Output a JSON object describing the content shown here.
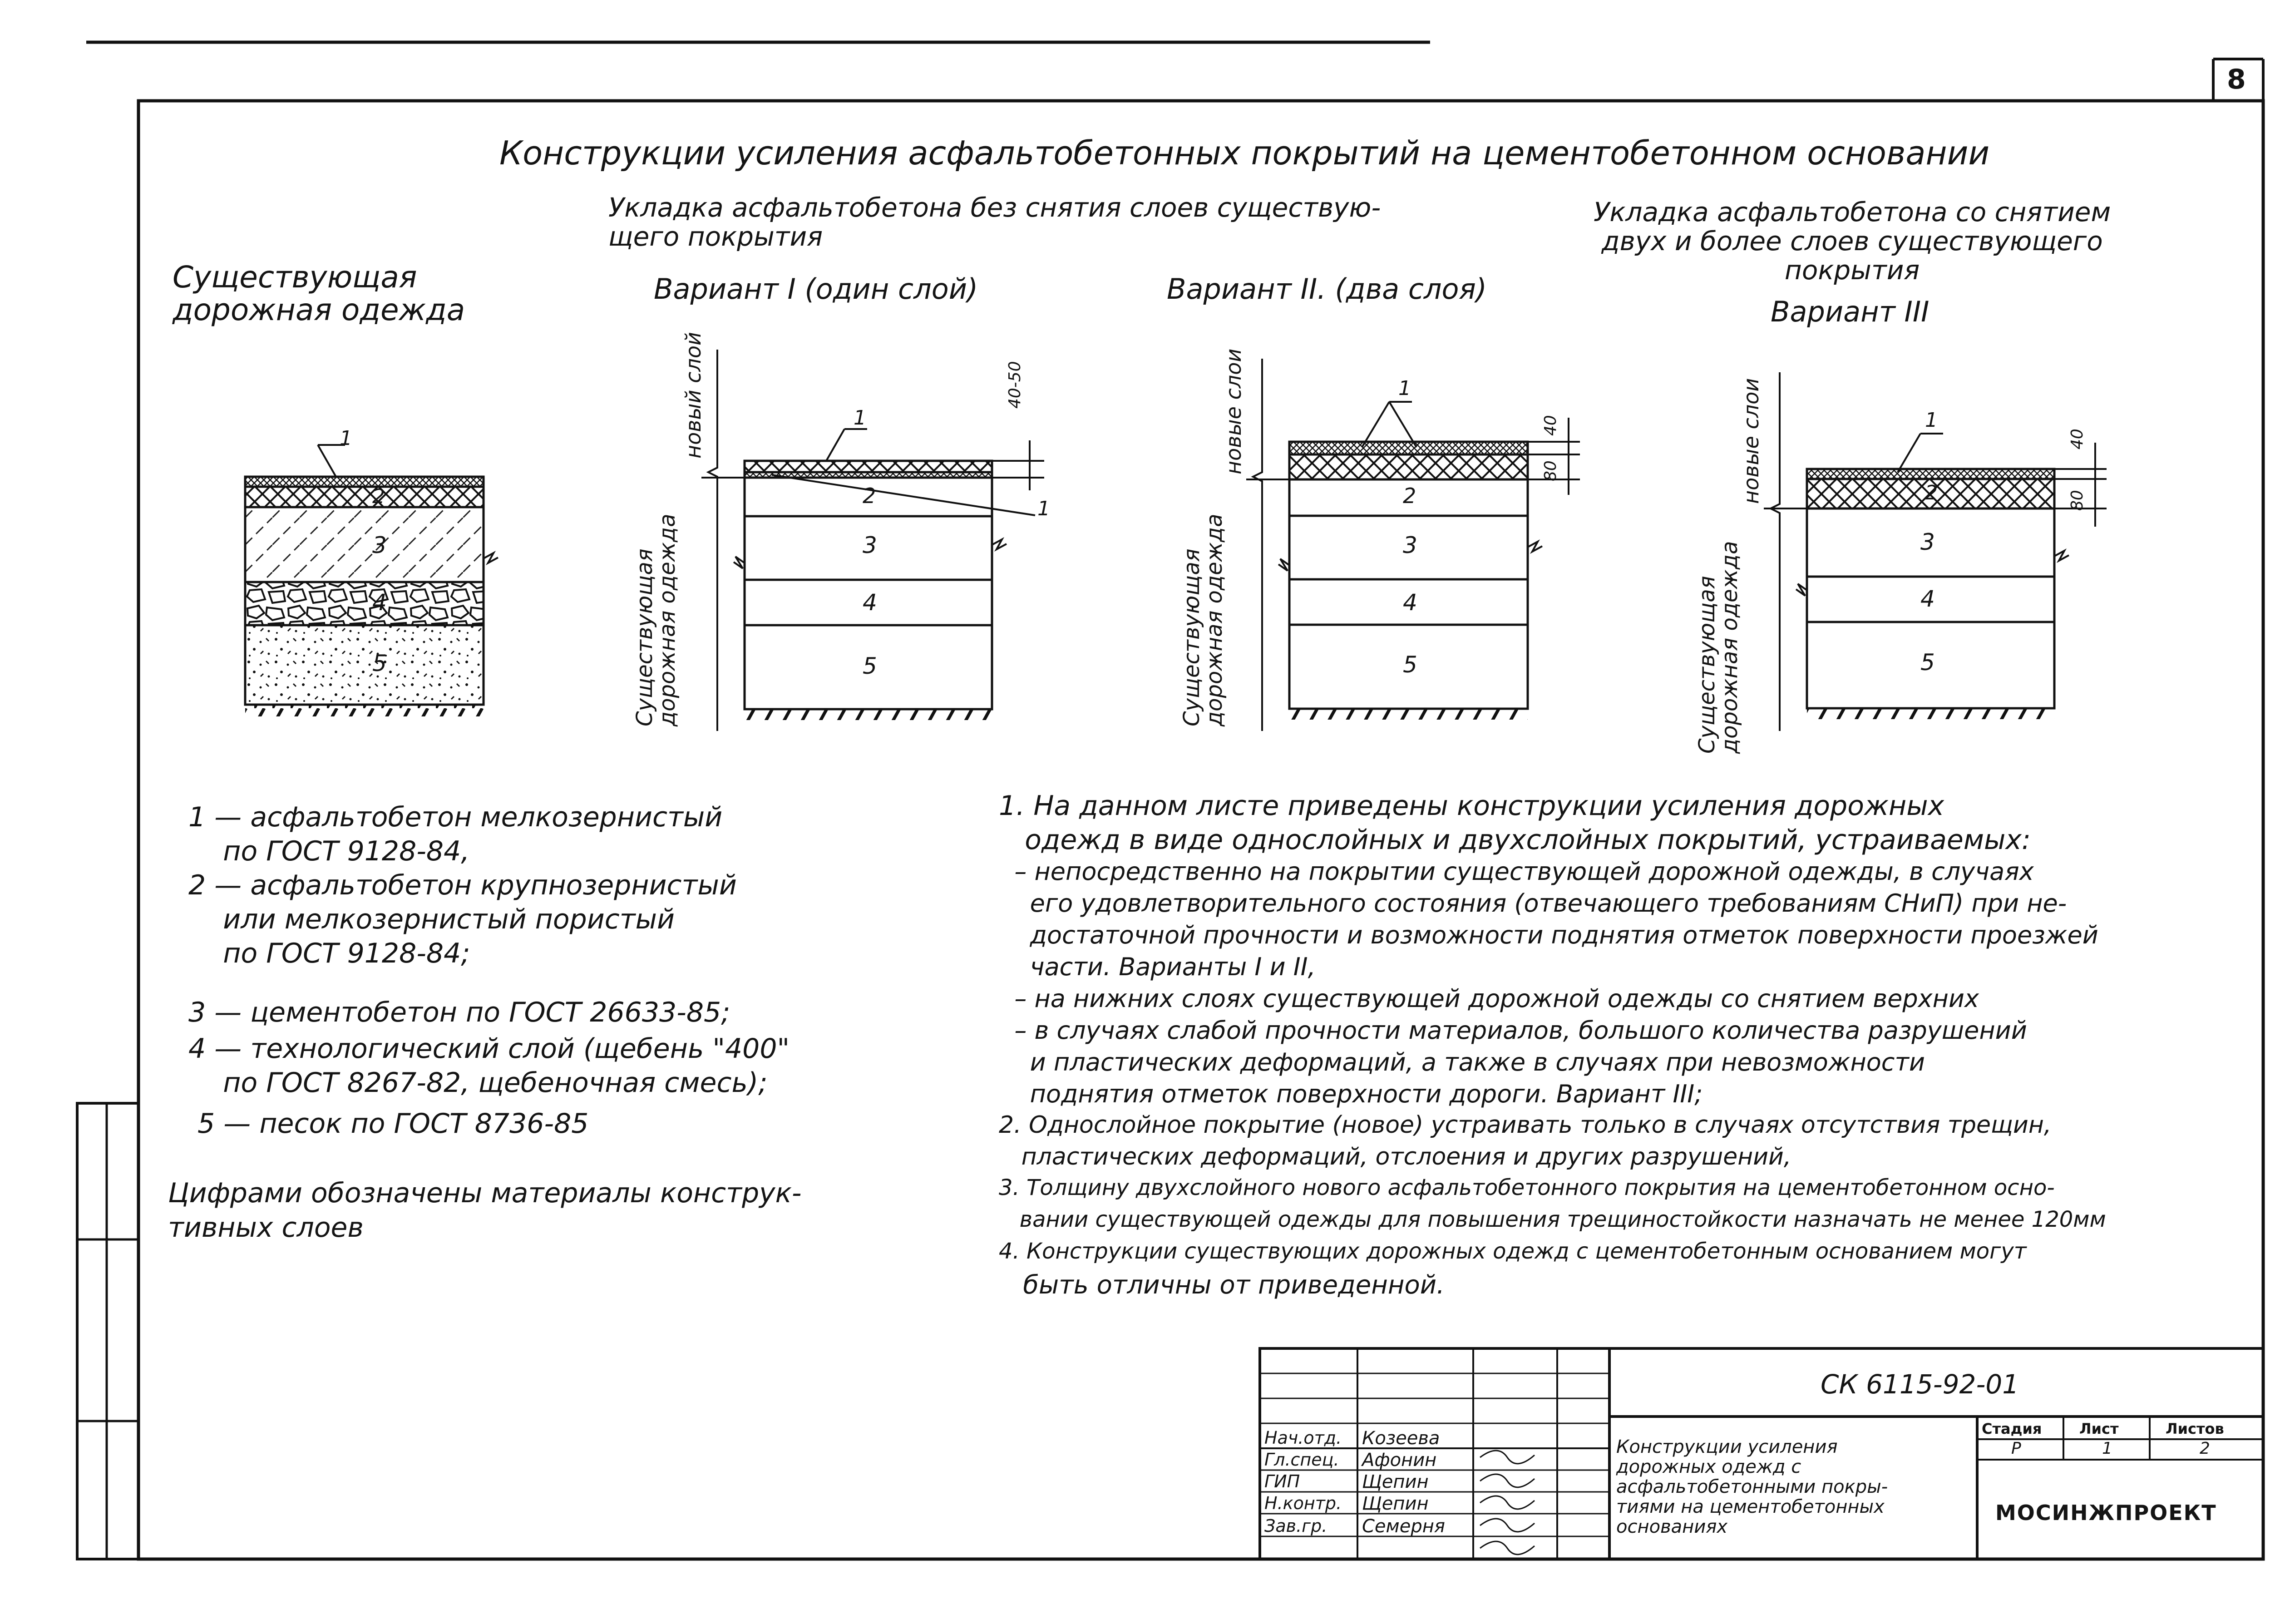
{
  "sheet": {
    "page_number": "8",
    "main_title": "Конструкции усиления асфальтобетонных покрытий на цементобетонном основании",
    "group_heading_left": "Укладка асфальтобетона без снятия слоев существую-\nщего покрытия",
    "group_heading_right": "Укладка асфальтобетона со снятием\nдвух и более слоев существующего\nпокрытия"
  },
  "sections": {
    "existing": {
      "title": "Существующая\nдорожная одежда"
    },
    "variant1": {
      "title": "Вариант I (один слой)"
    },
    "variant2": {
      "title": "Вариант II. (два слоя)"
    },
    "variant3": {
      "title": "Вариант III"
    }
  },
  "drawing_labels": {
    "layer_numbers": [
      "1",
      "2",
      "3",
      "4",
      "5"
    ],
    "side_new_layer": "новый слой",
    "side_new_layers": "новые слои",
    "side_existing": "Существующая\nдорожная одежда",
    "dim_v1": "40-50",
    "dim_40": "40",
    "dim_80": "80"
  },
  "legend": [
    "1 — асфальтобетон мелкозернистый",
    "    по ГОСТ 9128-84,",
    "2 — асфальтобетон крупнозернистый",
    "    или мелкозернистый пористый",
    "    по ГОСТ 9128-84;",
    "3 — цементобетон по ГОСТ 26633-85;",
    "4 — технологический слой (щебень \"400\"",
    "    по ГОСТ 8267-82, щебеночная смесь);",
    "5 — песок по ГОСТ 8736-85"
  ],
  "legend_note": "Цифрами обозначены материалы конструк-\nтивных слоев",
  "notes": [
    "1. На данном листе приведены конструкции усиления дорожных",
    "   одежд в виде однослойных и двухслойных покрытий, устраиваемых:",
    "  – непосредственно на покрытии существующей дорожной одежды, в случаях",
    "    его удовлетворительного состояния (отвечающего требованиям СНиП) при не-",
    "    достаточной прочности и возможности поднятия отметок поверхности проезжей",
    "    части. Варианты I и II,",
    "  – на нижних слоях существующей дорожной одежды со снятием верхних",
    "  – в случаях слабой прочности материалов, большого количества разрушений",
    "    и пластических деформаций, а также в случаях при невозможности",
    "    поднятия отметок поверхности дороги. Вариант III;",
    "2. Однослойное покрытие (новое) устраивать только в случаях отсутствия трещин,",
    "   пластических деформаций, отслоения и других разрушений,",
    "3. Толщину двухслойного нового асфальтобетонного покрытия на цементобетонном осно-",
    "   вании существующей одежды для повышения трещиностойкости назначать не менее 120мм",
    "4. Конструкции существующих дорожных одежд с цементобетонным основанием могут",
    "   быть отличны от приведенной."
  ],
  "title_block": {
    "doc_code": "СК 6115-92-01",
    "roles": [
      "Нач.отд.",
      "Гл.спец.",
      "ГИП",
      "Н.контр.",
      "Зав.гр."
    ],
    "names": [
      "Козеева",
      "Афонин",
      "Щепин",
      "Щепин",
      "Семерня"
    ],
    "description": "Конструкции усиления\nдорожных одежд с\nасфальтобетонными покры-\nтиями на цементобетонных\nоснованиях",
    "stage_header": "Стадия",
    "sheet_header": "Лист",
    "sheets_header": "Листов",
    "stage_value": "Р",
    "sheet_value": "1",
    "sheets_value": "2",
    "organization": "МОСИНЖПРОЕКТ"
  }
}
